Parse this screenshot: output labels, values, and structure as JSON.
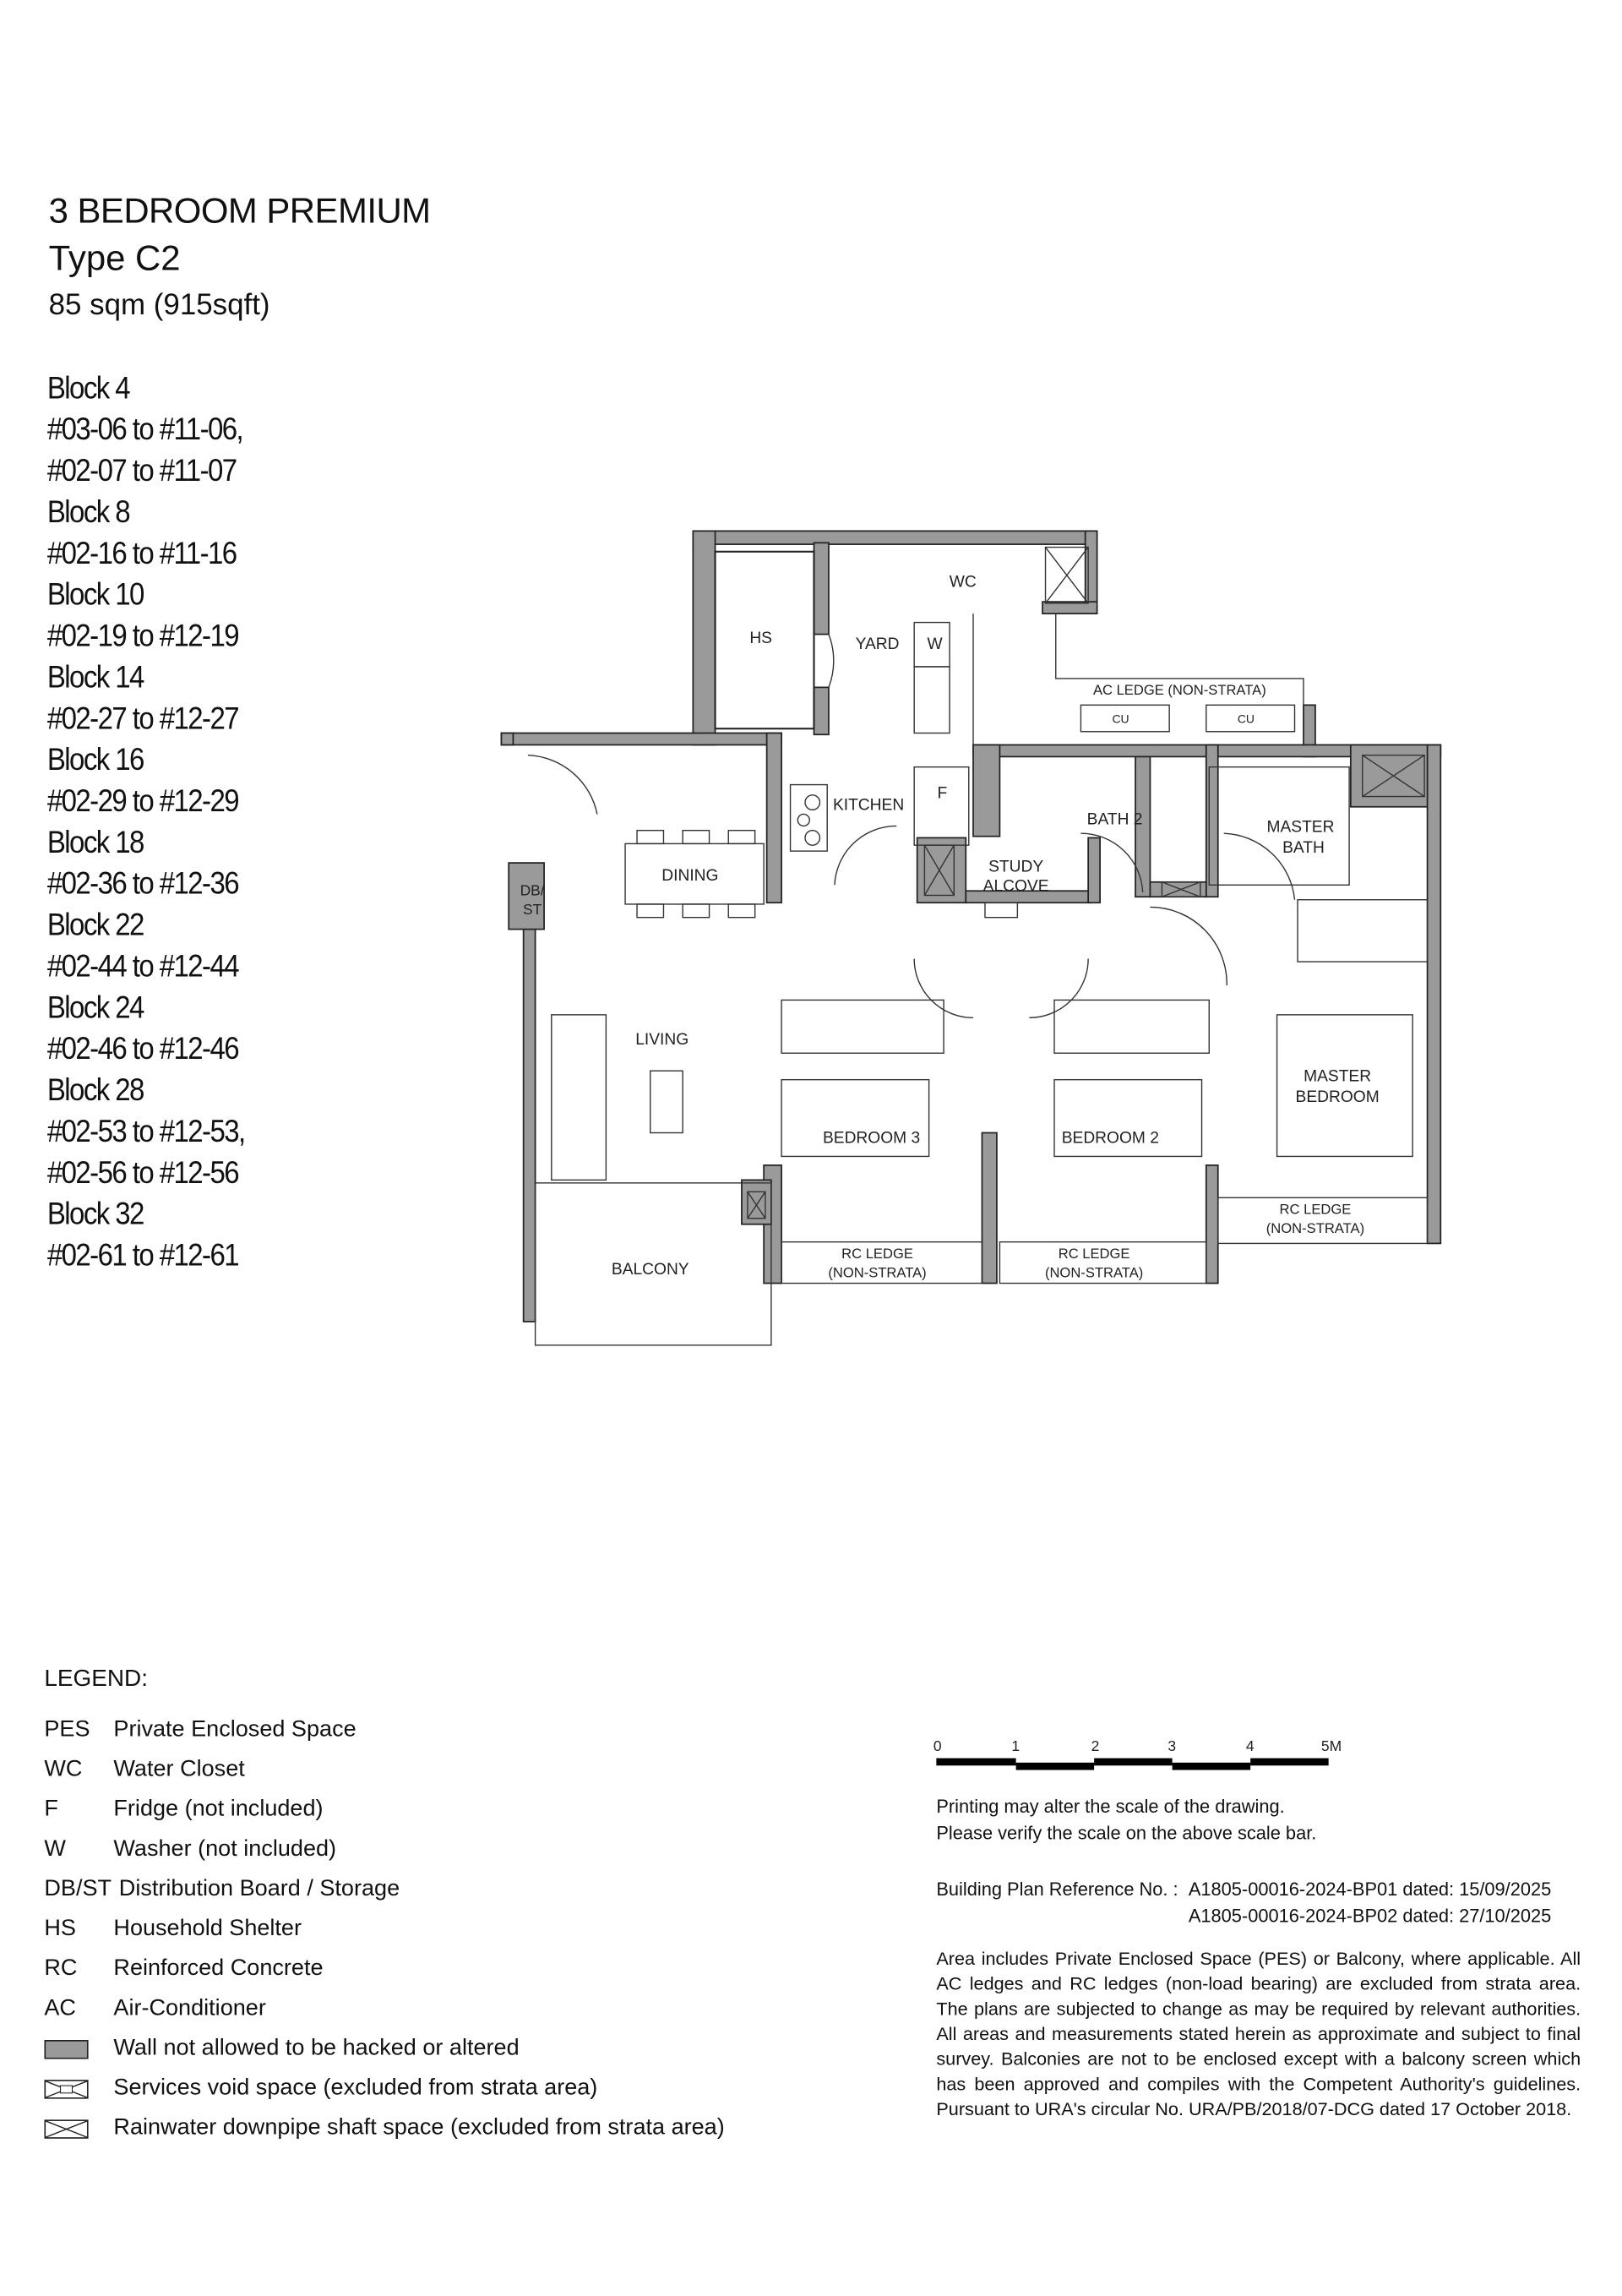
{
  "header": {
    "title": "3 BEDROOM PREMIUM",
    "type": "Type C2",
    "area": "85 sqm (915sqft)"
  },
  "units": [
    "Block 4",
    "#03-06 to #11-06,",
    "#02-07 to #11-07",
    "Block 8",
    "#02-16 to #11-16",
    "Block 10",
    "#02-19 to #12-19",
    "Block 14",
    "#02-27 to #12-27",
    "Block 16",
    "#02-29 to #12-29",
    "Block 18",
    "#02-36 to #12-36",
    "Block 22",
    "#02-44 to #12-44",
    "Block 24",
    "#02-46 to #12-46",
    "Block 28",
    "#02-53 to #12-53,",
    "#02-56 to #12-56",
    "Block 32",
    "#02-61 to #12-61"
  ],
  "plan": {
    "rooms": {
      "hs": "HS",
      "yard": "YARD",
      "wc": "WC",
      "w": "W",
      "f": "F",
      "ac_ledge": "AC LEDGE (NON-STRATA)",
      "cu1": "CU",
      "cu2": "CU",
      "kitchen": "KITCHEN",
      "dining": "DINING",
      "dbst1": "DB/",
      "dbst2": "ST",
      "study1": "STUDY",
      "study2": "ALCOVE",
      "bath2": "BATH 2",
      "mbath1": "MASTER",
      "mbath2": "BATH",
      "living": "LIVING",
      "bedroom3": "BEDROOM 3",
      "bedroom2": "BEDROOM 2",
      "mbed1": "MASTER",
      "mbed2": "BEDROOM",
      "rc1a": "RC LEDGE",
      "rc1b": "(NON-STRATA)",
      "rc2a": "RC LEDGE",
      "rc2b": "(NON-STRATA)",
      "rc3a": "RC LEDGE",
      "rc3b": "(NON-STRATA)",
      "balcony": "BALCONY"
    },
    "wall_color": "#9a9a9a"
  },
  "legend": {
    "title": "LEGEND:",
    "items": [
      {
        "abbr": "PES",
        "desc": "Private Enclosed Space"
      },
      {
        "abbr": "WC",
        "desc": "Water Closet"
      },
      {
        "abbr": "F",
        "desc": "Fridge (not included)"
      },
      {
        "abbr": "W",
        "desc": "Washer (not included)"
      },
      {
        "abbr": "DB/ST",
        "desc": "Distribution Board / Storage"
      },
      {
        "abbr": "HS",
        "desc": "Household Shelter"
      },
      {
        "abbr": "RC",
        "desc": "Reinforced Concrete"
      },
      {
        "abbr": "AC",
        "desc": "Air-Conditioner"
      }
    ],
    "symbols": [
      {
        "icon": "grey-wall-swatch",
        "desc": "Wall not allowed to be hacked or altered"
      },
      {
        "icon": "services-void-symbol",
        "desc": "Services void space (excluded from strata area)"
      },
      {
        "icon": "rainwater-shaft-symbol",
        "desc": "Rainwater downpipe shaft space (excluded from strata area)"
      }
    ]
  },
  "scale_bar": {
    "ticks": [
      "0",
      "1",
      "2",
      "3",
      "4",
      "5M"
    ]
  },
  "notes": {
    "scale_line1": "Printing may alter the scale of the drawing.",
    "scale_line2": "Please verify the scale on the above scale bar.",
    "bp_label": "Building Plan Reference No. :",
    "bp1": "A1805-00016-2024-BP01 dated: 15/09/2025",
    "bp2": "A1805-00016-2024-BP02 dated: 27/10/2025",
    "disclaimer": "Area includes Private Enclosed Space (PES) or Balcony, where applicable. All AC ledges and RC ledges (non-load bearing) are excluded from strata area. The plans are subjected to change as may be required by relevant authorities. All areas and measurements stated herein as approximate and subject to final survey. Balconies are not to be enclosed except with a balcony screen which has been approved and compiles with the Competent Authority's guidelines. Pursuant to URA's circular No. URA/PB/2018/07-DCG dated 17 October 2018."
  }
}
